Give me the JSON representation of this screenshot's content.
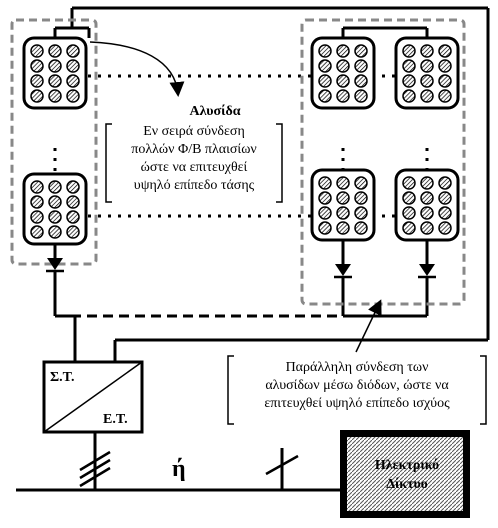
{
  "chain_annotation": {
    "title": "Αλυσίδα",
    "lines": [
      "Εν σειρά σύνδεση",
      "πολλών Φ/Β πλαισίων",
      "ώστε να επιτευχθεί",
      "υψηλό επίπεδο τάσης"
    ]
  },
  "parallel_annotation": {
    "lines": [
      "Παράλληλη σύνδεση των",
      "αλυσίδων μέσω διόδων, ώστε να",
      "επιτευχθεί  υψηλό επίπεδο ισχύος"
    ]
  },
  "inverter": {
    "dc_label": "Σ.Τ.",
    "ac_label": "Ε.Τ."
  },
  "or_label": "ή",
  "grid": {
    "lines": [
      "Ηλεκτρικό",
      "Δίκτυο"
    ]
  },
  "icons": [
    "pv-panel-icon",
    "diode-icon",
    "inverter-icon",
    "three-phase-mark-icon",
    "single-phase-mark-icon",
    "arrow-icon"
  ]
}
